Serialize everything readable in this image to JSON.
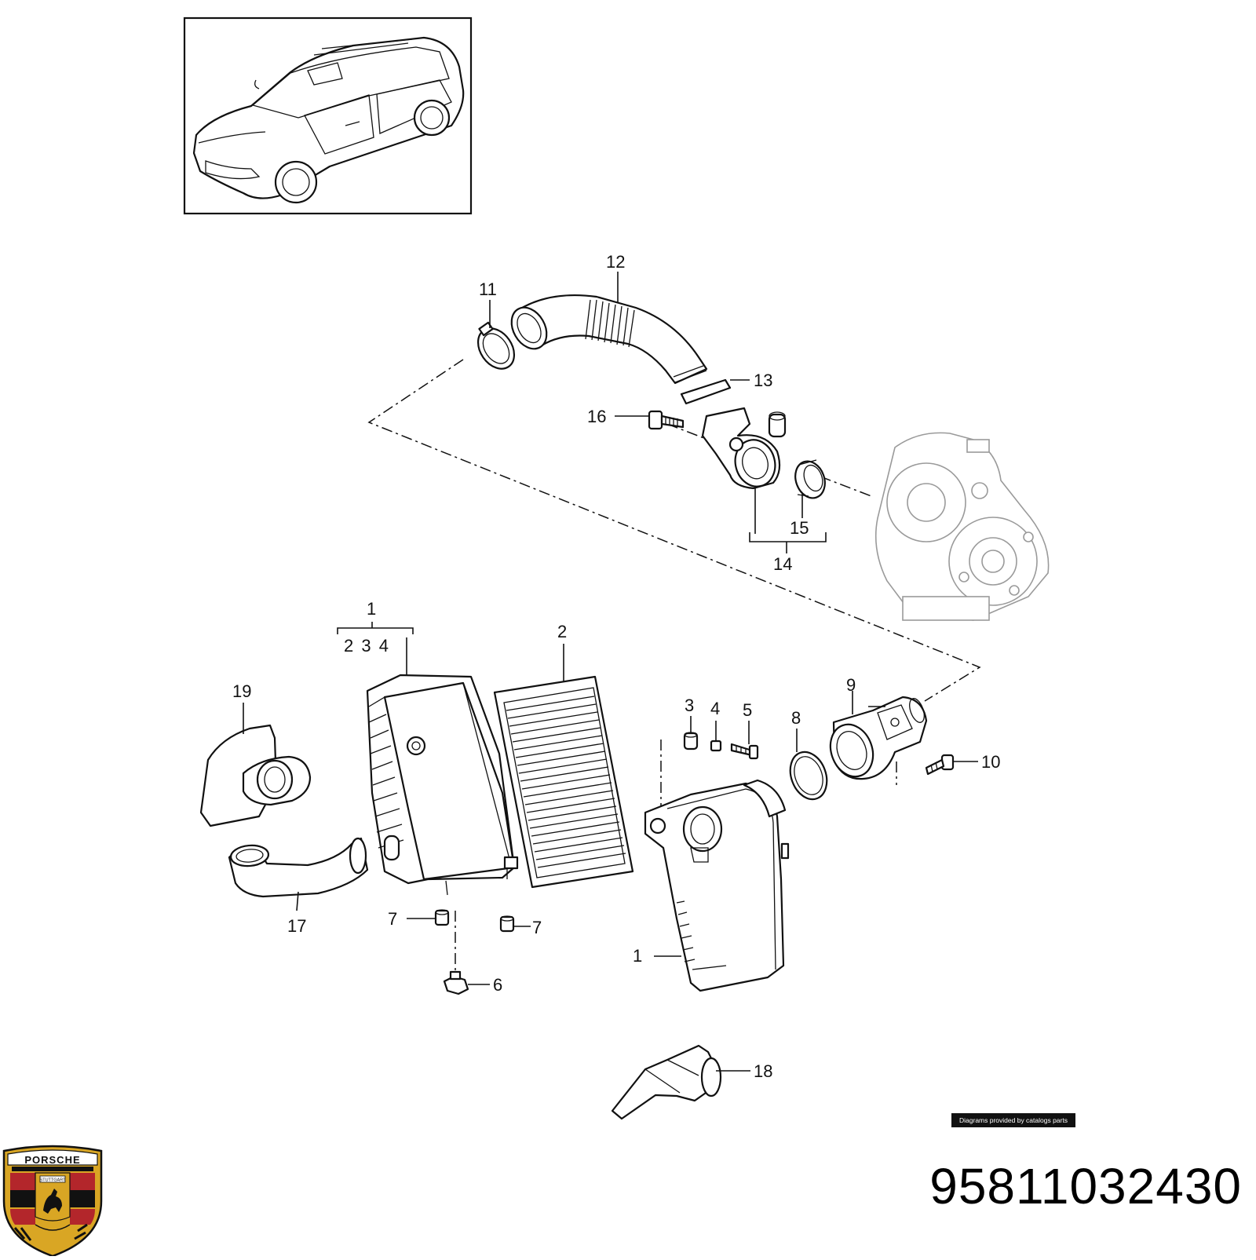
{
  "brand": {
    "logo_icon": "porsche-crest-icon",
    "crest_top_lettering": "PORSCHE",
    "crest_center_lettering": "STUTTGART",
    "colors": {
      "red": "#b3262b",
      "gold": "#d9a624",
      "black": "#111111"
    }
  },
  "diagram": {
    "callouts": [
      {
        "id": "c12",
        "text": "12"
      },
      {
        "id": "c11",
        "text": "11"
      },
      {
        "id": "c13",
        "text": "13"
      },
      {
        "id": "c16",
        "text": "16"
      },
      {
        "id": "c15",
        "text": "15"
      },
      {
        "id": "c14",
        "text": "14"
      },
      {
        "id": "c1top",
        "text": "1"
      },
      {
        "id": "c2",
        "text": "2"
      },
      {
        "id": "c3",
        "text": "3"
      },
      {
        "id": "c4",
        "text": "4"
      },
      {
        "id": "c5",
        "text": "5"
      },
      {
        "id": "c8",
        "text": "8"
      },
      {
        "id": "c9",
        "text": "9"
      },
      {
        "id": "c10",
        "text": "10"
      },
      {
        "id": "c19",
        "text": "19"
      },
      {
        "id": "c17",
        "text": "17"
      },
      {
        "id": "c7a",
        "text": "7"
      },
      {
        "id": "c7b",
        "text": "7"
      },
      {
        "id": "c6",
        "text": "6"
      },
      {
        "id": "c1bottom",
        "text": "1"
      },
      {
        "id": "c18",
        "text": "18"
      }
    ],
    "group_label_234": "2 3 4",
    "credit": "Diagrams provided by catalogs parts"
  },
  "part_number": "95811032430"
}
